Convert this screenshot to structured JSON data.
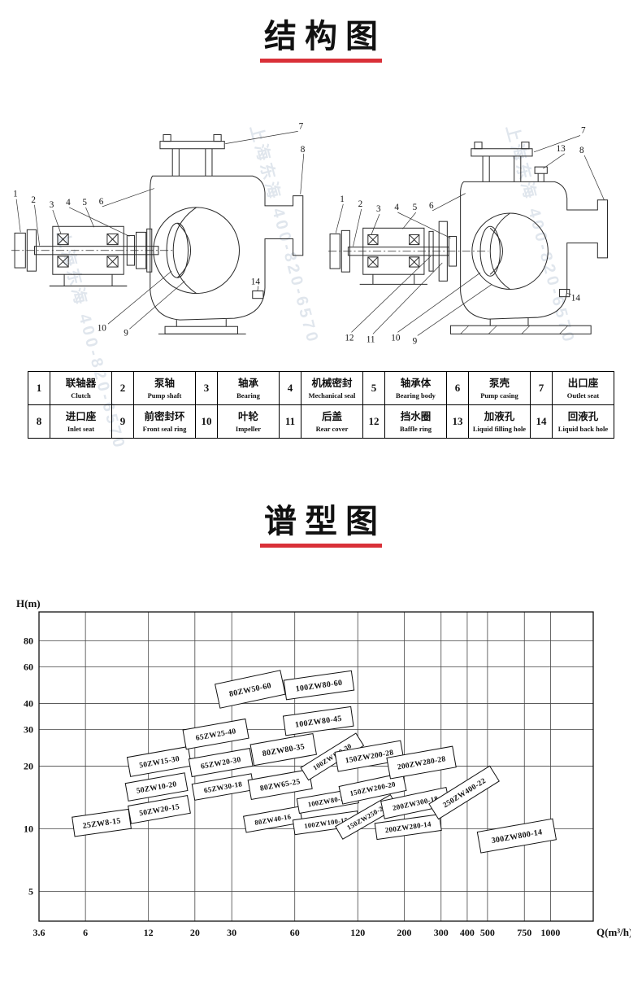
{
  "accent_color": "#d93038",
  "sections": {
    "structure": {
      "title": "结构图"
    },
    "spectrum": {
      "title": "谱型图"
    }
  },
  "watermark": {
    "text": "上海东海 400-820-6570"
  },
  "diagram_left": {
    "callouts": [
      "1",
      "2",
      "3",
      "4",
      "5",
      "6",
      "7",
      "8",
      "9",
      "10",
      "14"
    ]
  },
  "diagram_right": {
    "callouts": [
      "1",
      "2",
      "3",
      "4",
      "5",
      "6",
      "7",
      "8",
      "9",
      "10",
      "11",
      "12",
      "13",
      "14"
    ]
  },
  "parts_table": {
    "rows": [
      [
        {
          "num": "1",
          "cn": "联轴器",
          "en": "Clutch"
        },
        {
          "num": "2",
          "cn": "泵轴",
          "en": "Pump shaft"
        },
        {
          "num": "3",
          "cn": "轴承",
          "en": "Bearing"
        },
        {
          "num": "4",
          "cn": "机械密封",
          "en": "Mechanical seal"
        },
        {
          "num": "5",
          "cn": "轴承体",
          "en": "Bearing body"
        },
        {
          "num": "6",
          "cn": "泵壳",
          "en": "Pump casing"
        },
        {
          "num": "7",
          "cn": "出口座",
          "en": "Outlet seat"
        }
      ],
      [
        {
          "num": "8",
          "cn": "进口座",
          "en": "Inlet seat"
        },
        {
          "num": "9",
          "cn": "前密封环",
          "en": "Front seal ring"
        },
        {
          "num": "10",
          "cn": "叶轮",
          "en": "Impeller"
        },
        {
          "num": "11",
          "cn": "后盖",
          "en": "Rear cover"
        },
        {
          "num": "12",
          "cn": "挡水圈",
          "en": "Baffle ring"
        },
        {
          "num": "13",
          "cn": "加液孔",
          "en": "Liquid filling hole"
        },
        {
          "num": "14",
          "cn": "回液孔",
          "en": "Liquid back hole"
        }
      ]
    ]
  },
  "chart_data": {
    "type": "scatter",
    "subtype": "pump-selection-spectrum",
    "title": "谱型图",
    "xlabel": "Q(m³/h)",
    "ylabel": "H(m)",
    "x_scale": "log",
    "y_scale": "log",
    "xlim": [
      3.6,
      1600
    ],
    "ylim": [
      3.6,
      110
    ],
    "x_ticks": [
      3.6,
      6,
      12,
      20,
      30,
      60,
      120,
      200,
      300,
      400,
      500,
      750,
      1000
    ],
    "y_ticks": [
      80,
      60,
      40,
      30,
      20,
      10,
      5
    ],
    "grid": true,
    "models": [
      {
        "label": "25ZW8-15",
        "px": 0.113,
        "py": 0.682,
        "rot": -8,
        "w": 70,
        "h": 24,
        "fs": 10
      },
      {
        "label": "50ZW15-30",
        "px": 0.217,
        "py": 0.484,
        "rot": -10,
        "w": 76,
        "h": 24,
        "fs": 9.5
      },
      {
        "label": "50ZW10-20",
        "px": 0.212,
        "py": 0.566,
        "rot": -10,
        "w": 74,
        "h": 22,
        "fs": 9.5
      },
      {
        "label": "50ZW20-15",
        "px": 0.217,
        "py": 0.639,
        "rot": -10,
        "w": 74,
        "h": 22,
        "fs": 9.5
      },
      {
        "label": "65ZW25-40",
        "px": 0.319,
        "py": 0.395,
        "rot": -10,
        "w": 78,
        "h": 24,
        "fs": 9.5
      },
      {
        "label": "65ZW20-30",
        "px": 0.328,
        "py": 0.487,
        "rot": -10,
        "w": 76,
        "h": 22,
        "fs": 9.5
      },
      {
        "label": "65ZW30-18",
        "px": 0.332,
        "py": 0.566,
        "rot": -10,
        "w": 74,
        "h": 20,
        "fs": 9
      },
      {
        "label": "80ZW50-60",
        "px": 0.381,
        "py": 0.25,
        "rot": -12,
        "w": 82,
        "h": 30,
        "fs": 10
      },
      {
        "label": "80ZW80-35",
        "px": 0.441,
        "py": 0.445,
        "rot": -10,
        "w": 78,
        "h": 26,
        "fs": 10
      },
      {
        "label": "80ZW65-25",
        "px": 0.435,
        "py": 0.558,
        "rot": -10,
        "w": 76,
        "h": 24,
        "fs": 9.5
      },
      {
        "label": "80ZW40-16",
        "px": 0.422,
        "py": 0.671,
        "rot": -10,
        "w": 70,
        "h": 20,
        "fs": 8.5
      },
      {
        "label": "100ZW80-60",
        "px": 0.505,
        "py": 0.237,
        "rot": -8,
        "w": 84,
        "h": 24,
        "fs": 10
      },
      {
        "label": "100ZW80-45",
        "px": 0.504,
        "py": 0.353,
        "rot": -8,
        "w": 84,
        "h": 24,
        "fs": 10
      },
      {
        "label": "100ZW100-30",
        "px": 0.529,
        "py": 0.468,
        "rot": -32,
        "w": 80,
        "h": 18,
        "fs": 8.5
      },
      {
        "label": "100ZW80-20",
        "px": 0.521,
        "py": 0.611,
        "rot": -10,
        "w": 74,
        "h": 18,
        "fs": 8.5
      },
      {
        "label": "100ZW100-15",
        "px": 0.518,
        "py": 0.682,
        "rot": -8,
        "w": 80,
        "h": 18,
        "fs": 8.5
      },
      {
        "label": "150ZW200-28",
        "px": 0.596,
        "py": 0.466,
        "rot": -10,
        "w": 82,
        "h": 24,
        "fs": 9.5
      },
      {
        "label": "150ZW200-20",
        "px": 0.602,
        "py": 0.571,
        "rot": -12,
        "w": 80,
        "h": 22,
        "fs": 9
      },
      {
        "label": "150ZW250-20",
        "px": 0.591,
        "py": 0.663,
        "rot": -30,
        "w": 78,
        "h": 18,
        "fs": 8.5
      },
      {
        "label": "200ZW280-28",
        "px": 0.69,
        "py": 0.487,
        "rot": -10,
        "w": 82,
        "h": 26,
        "fs": 9.5
      },
      {
        "label": "200ZW300-18",
        "px": 0.679,
        "py": 0.618,
        "rot": -12,
        "w": 82,
        "h": 22,
        "fs": 9
      },
      {
        "label": "200ZW280-14",
        "px": 0.666,
        "py": 0.695,
        "rot": -8,
        "w": 80,
        "h": 20,
        "fs": 9
      },
      {
        "label": "250ZW400-22",
        "px": 0.767,
        "py": 0.584,
        "rot": -32,
        "w": 88,
        "h": 22,
        "fs": 9.5
      },
      {
        "label": "300ZW800-14",
        "px": 0.862,
        "py": 0.724,
        "rot": -10,
        "w": 94,
        "h": 26,
        "fs": 10
      }
    ]
  }
}
